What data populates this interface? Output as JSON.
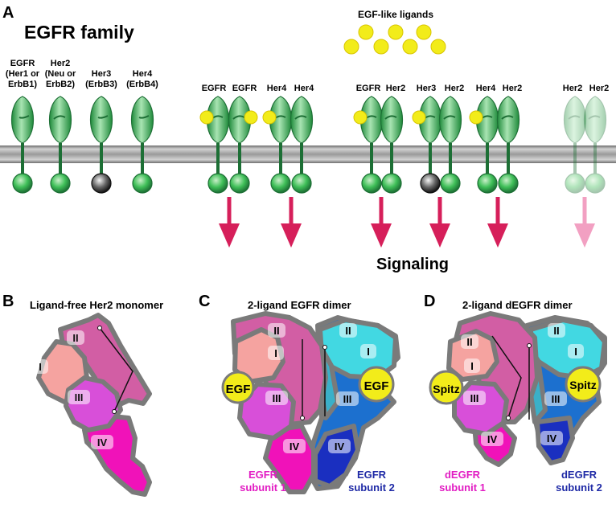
{
  "panel_a": {
    "letter": "A",
    "title": "EGFR family",
    "ligand_label": "EGF-like ligands",
    "signaling_label": "Signaling",
    "monomers": [
      {
        "lines": [
          "EGFR",
          "(Her1 or",
          "ErbB1)"
        ]
      },
      {
        "lines": [
          "Her2",
          "(Neu or",
          "ErbB2)"
        ]
      },
      {
        "lines": [
          "Her3",
          "(ErbB3)"
        ]
      },
      {
        "lines": [
          "Her4",
          "(ErbB4)"
        ]
      }
    ],
    "dimers": [
      {
        "left": "EGFR",
        "right": "EGFR"
      },
      {
        "left": "Her4",
        "right": "Her4"
      },
      {
        "left": "EGFR",
        "right": "Her2"
      },
      {
        "left": "Her3",
        "right": "Her2"
      },
      {
        "left": "Her4",
        "right": "Her2"
      },
      {
        "left": "Her2",
        "right": "Her2"
      }
    ]
  },
  "panel_b": {
    "letter": "B",
    "title": "Ligand-free Her2 monomer",
    "domains": [
      "II",
      "I",
      "III",
      "IV"
    ]
  },
  "panel_c": {
    "letter": "C",
    "title": "2-ligand EGFR dimer",
    "ligand": "EGF",
    "subunit1": [
      "EGFR",
      "subunit 1"
    ],
    "subunit2": [
      "EGFR",
      "subunit 2"
    ],
    "domains": [
      "I",
      "II",
      "III",
      "IV"
    ]
  },
  "panel_d": {
    "letter": "D",
    "title": "2-ligand dEGFR dimer",
    "ligand": "Spitz",
    "subunit1": [
      "dEGFR",
      "subunit 1"
    ],
    "subunit2": [
      "dEGFR",
      "subunit 2"
    ],
    "domains": [
      "I",
      "II",
      "III",
      "IV"
    ]
  },
  "colors": {
    "receptor_green": "#2e9a4a",
    "ligand_yellow": "#f2ec1a",
    "signal_arrow": "#d61f5a",
    "domain_I": "#f5a3a0",
    "domain_II": "#d25ea4",
    "domain_III": "#d84fd9",
    "domain_IV": "#f012b9",
    "subunit2_I": "#42d8e2",
    "subunit2_III": "#1c70cf",
    "subunit2_IV": "#1a2fc0",
    "subunit1_text": "#e21cc3",
    "subunit2_text": "#1f2aa6"
  }
}
